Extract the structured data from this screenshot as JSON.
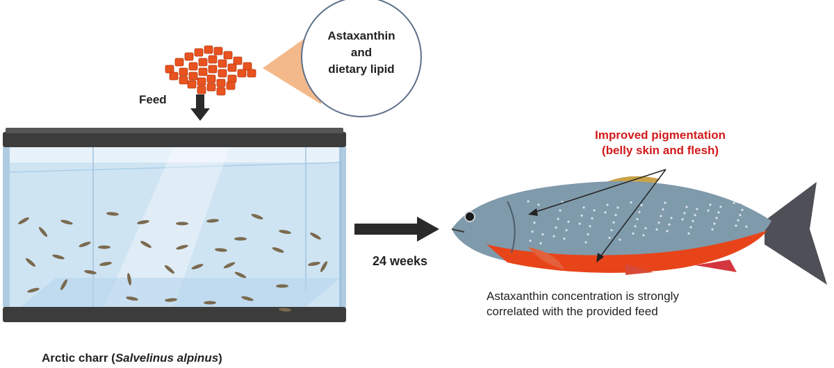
{
  "feed": {
    "label": "Feed",
    "bubble_lines": [
      "Astaxanthin",
      "and",
      "dietary lipid"
    ],
    "pellet_color": "#e8531f"
  },
  "tank": {
    "species_prefix": "Arctic charr (",
    "species_latin": "Salvelinus alpinus",
    "species_suffix": ")",
    "water_color": "#cfe4f3",
    "frame_color": "#3c3c3c"
  },
  "duration": {
    "label": "24 weeks"
  },
  "result": {
    "pigmentation_lines": [
      "Improved pigmentation",
      "(belly skin and flesh)"
    ],
    "pigmentation_color": "#d21a1a",
    "concentration_lines": [
      "Astaxanthin concentration is strongly",
      "correlated with the provided  feed"
    ],
    "fish_back_color": "#7f9aab",
    "fish_belly_color": "#e8441a"
  }
}
